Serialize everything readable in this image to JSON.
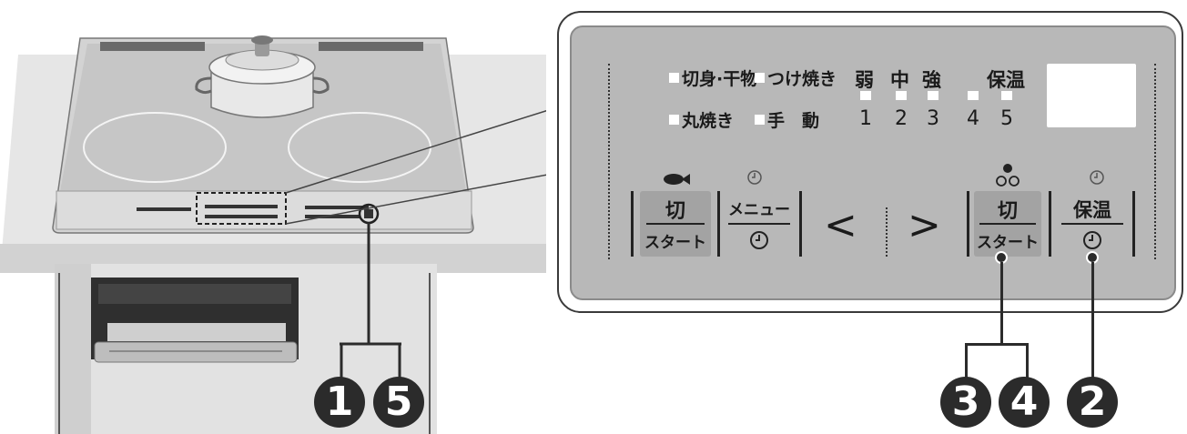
{
  "panel": {
    "mode_labels": {
      "kirimi": "切身·干物",
      "tsukeyaki": "つけ焼き",
      "maruyaki": "丸焼き",
      "shudou": "手　動"
    },
    "heat_labels": {
      "weak": "弱",
      "medium": "中",
      "strong": "強",
      "keep_warm": "保温"
    },
    "levels": [
      "1",
      "2",
      "3",
      "4",
      "5"
    ],
    "left_group": {
      "off_label": "切",
      "start_label": "スタート",
      "menu_label": "メニュー"
    },
    "nav": {
      "prev": "<",
      "next": ">"
    },
    "right_group": {
      "off_label": "切",
      "start_label": "スタート",
      "keep_warm_label": "保温"
    }
  },
  "callouts": {
    "one": "1",
    "five": "5",
    "three": "3",
    "four": "4",
    "two": "2"
  },
  "colors": {
    "panel_gray": "#b8b8b8",
    "button_gray": "#a3a3a3",
    "callout": "#2b2b2b"
  }
}
